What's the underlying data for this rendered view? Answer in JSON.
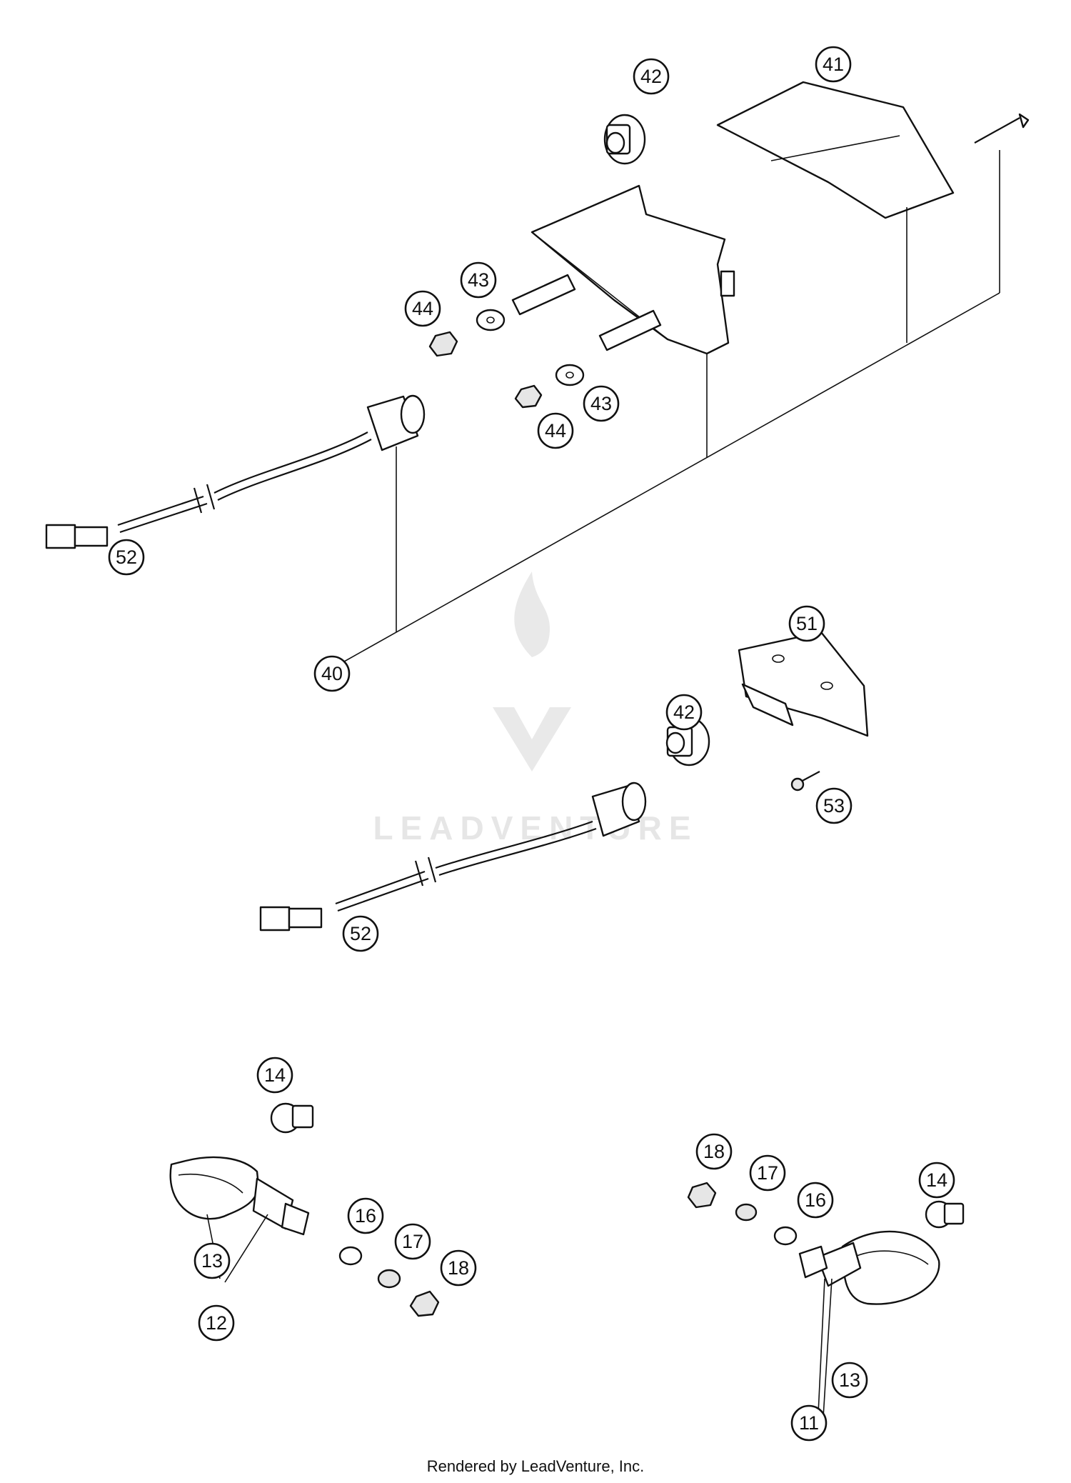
{
  "watermark": {
    "text": "LEADVENTURE"
  },
  "callouts": [
    "42",
    "41",
    "43",
    "44",
    "43",
    "44",
    "52",
    "40",
    "51",
    "42",
    "53",
    "52",
    "14",
    "16",
    "17",
    "18",
    "13",
    "12",
    "18",
    "17",
    "16",
    "14",
    "13",
    "11"
  ],
  "footer": {
    "text": "Rendered by LeadVenture, Inc."
  }
}
